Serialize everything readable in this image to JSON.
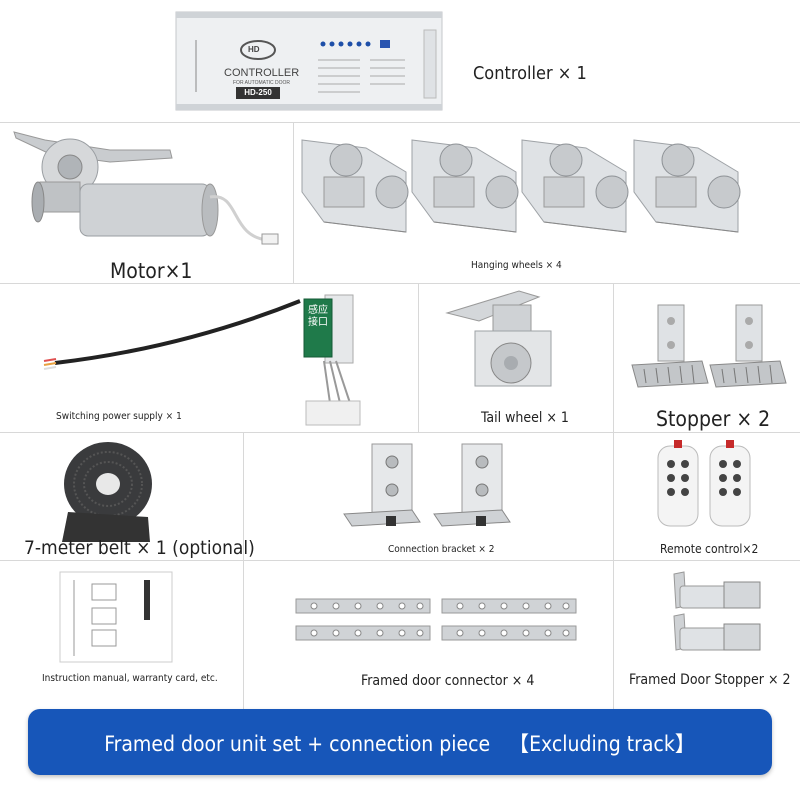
{
  "controller": {
    "label": "Controller × 1",
    "brand": "CONTROLLER",
    "sub": "FOR AUTOMATIC DOOR",
    "model": "HD-250",
    "logo": "HD"
  },
  "motor": {
    "label": "Motor×1"
  },
  "hanging_wheels": {
    "label": "Hanging wheels × 4"
  },
  "power_supply": {
    "label": "Switching power supply × 1",
    "board_text": "感应接口"
  },
  "tail_wheel": {
    "label": "Tail wheel × 1"
  },
  "stopper": {
    "label": "Stopper × 2"
  },
  "belt": {
    "label": "7-meter belt × 1 (optional)"
  },
  "connection_bracket": {
    "label": "Connection bracket × 2"
  },
  "remote_control": {
    "label": "Remote control×2"
  },
  "manual": {
    "label": "Instruction manual, warranty card, etc."
  },
  "framed_connector": {
    "label": "Framed door connector × 4"
  },
  "framed_stopper": {
    "label": "Framed Door Stopper × 2"
  },
  "banner": {
    "text": "Framed door unit set + connection piece",
    "note": "【Excluding track】"
  },
  "colors": {
    "banner_bg": "#1756b9",
    "banner_text": "#ffffff",
    "grid": "#d8d8d8"
  }
}
